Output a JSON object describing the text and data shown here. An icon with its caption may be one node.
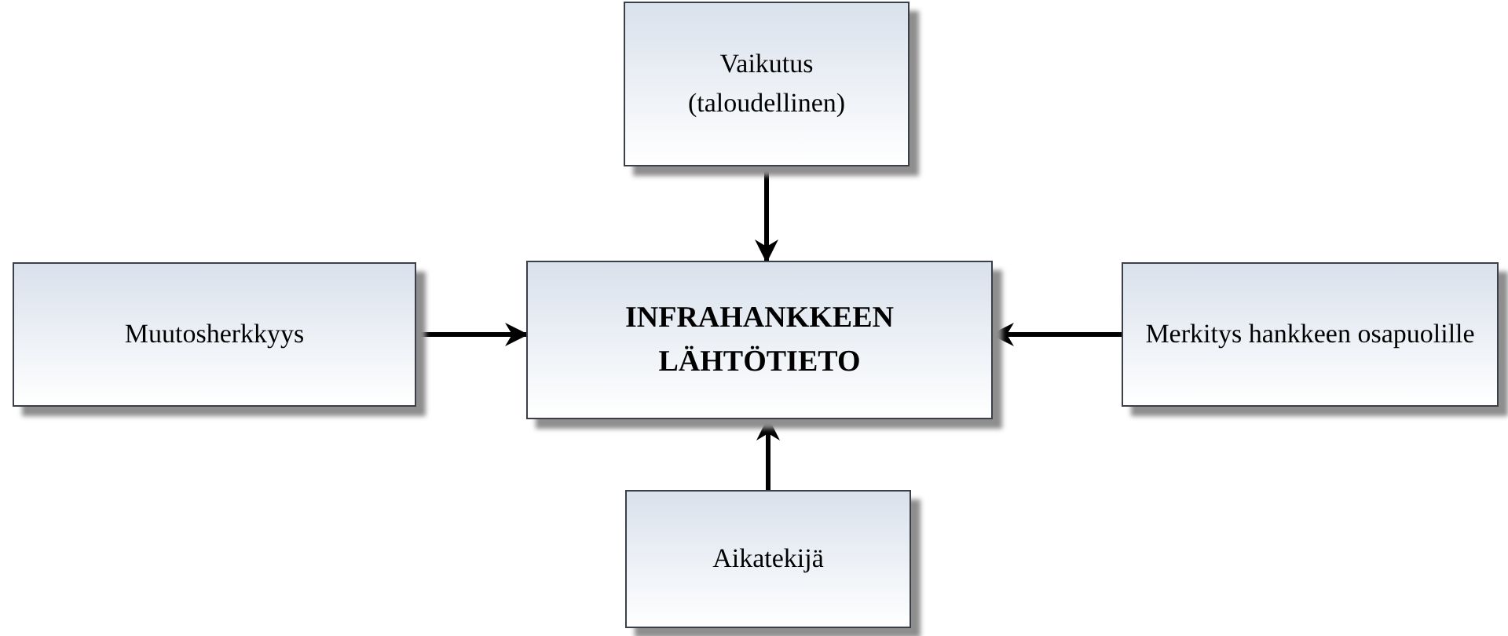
{
  "diagram": {
    "nodes": [
      {
        "text": [
          "Vaikutus (taloudellinen)"
        ]
      },
      {
        "text": [
          "Muutosherkkyys"
        ]
      },
      {
        "text": [
          "INFRAHANKKEEN LÄHTÖTIETO"
        ]
      },
      {
        "text": [
          "Merkitys hankkeen osapuolille"
        ]
      },
      {
        "text": [
          "Aikatekijä"
        ]
      }
    ],
    "edges": [
      {
        "from": 0,
        "to": 2,
        "arrow": "to"
      },
      {
        "from": 1,
        "to": 2,
        "arrow": "to"
      },
      {
        "from": 3,
        "to": 2,
        "arrow": "to"
      },
      {
        "from": 4,
        "to": 2,
        "arrow": "to"
      }
    ]
  }
}
